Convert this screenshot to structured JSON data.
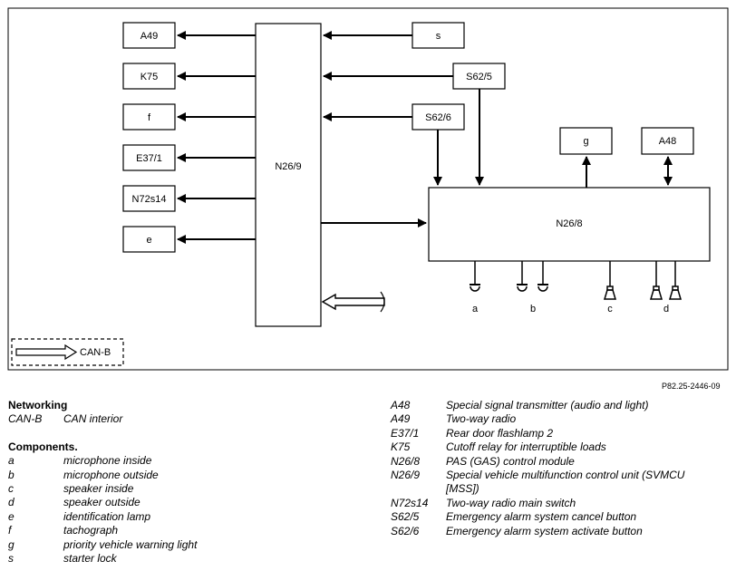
{
  "diagram": {
    "left_boxes": [
      "A49",
      "K75",
      "f",
      "E37/1",
      "N72s14",
      "e"
    ],
    "center_module": "N26/9",
    "right_inputs": [
      "s",
      "S62/5",
      "S62/6"
    ],
    "right_module": "N26/8",
    "top_outputs": [
      "g",
      "A48"
    ],
    "bottom_labels": [
      "a",
      "b",
      "c",
      "d"
    ],
    "can_legend": "CAN-B",
    "reference": "P82.25-2446-09"
  },
  "legend_left": {
    "networking_title": "Networking",
    "networking": [
      {
        "key": "CAN-B",
        "value": "CAN interior"
      }
    ],
    "components_title": "Components.",
    "components": [
      {
        "key": "a",
        "value": "microphone inside"
      },
      {
        "key": "b",
        "value": "microphone outside"
      },
      {
        "key": "c",
        "value": "speaker inside"
      },
      {
        "key": "d",
        "value": "speaker outside"
      },
      {
        "key": "e",
        "value": "identification lamp"
      },
      {
        "key": "f",
        "value": "tachograph"
      },
      {
        "key": "g",
        "value": "priority vehicle warning light"
      },
      {
        "key": "s",
        "value": "starter lock"
      }
    ]
  },
  "legend_right": [
    {
      "key": "A48",
      "value": "Special signal transmitter (audio and light)"
    },
    {
      "key": "A49",
      "value": "Two-way radio"
    },
    {
      "key": "E37/1",
      "value": "Rear door flashlamp 2"
    },
    {
      "key": "K75",
      "value": "Cutoff relay for interruptible loads"
    },
    {
      "key": "N26/8",
      "value": "PAS (GAS) control module"
    },
    {
      "key": "N26/9",
      "value": "Special vehicle multifunction control unit (SVMCU [MSS])"
    },
    {
      "key": "N72s14",
      "value": "Two-way radio main switch"
    },
    {
      "key": "S62/5",
      "value": "Emergency alarm system cancel button"
    },
    {
      "key": "S62/6",
      "value": "Emergency alarm system activate button"
    }
  ]
}
